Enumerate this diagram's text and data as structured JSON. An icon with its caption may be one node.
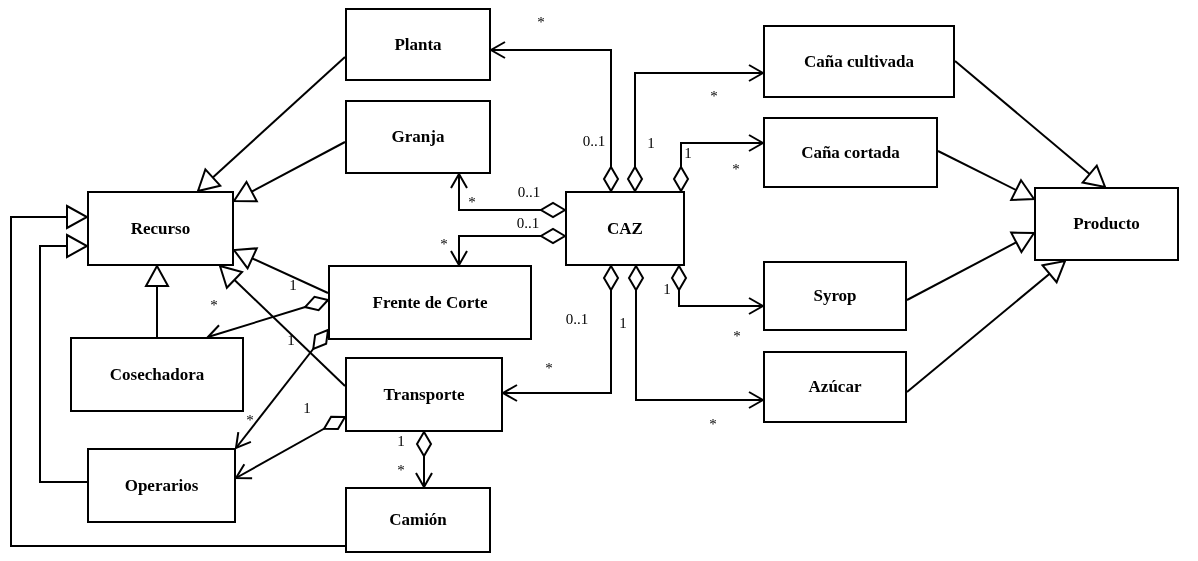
{
  "diagram": {
    "nodes": [
      {
        "text": [
          "Planta"
        ]
      },
      {
        "text": [
          "Granja"
        ]
      },
      {
        "text": [
          "Recurso"
        ]
      },
      {
        "text": [
          "Frente de Corte"
        ]
      },
      {
        "text": [
          "CAZ"
        ]
      },
      {
        "text": [
          "Caña cultivada"
        ]
      },
      {
        "text": [
          "Caña cortada"
        ]
      },
      {
        "text": [
          "Producto"
        ]
      },
      {
        "text": [
          "Cosechadora"
        ]
      },
      {
        "text": [
          "Transporte"
        ]
      },
      {
        "text": [
          "Syrop"
        ]
      },
      {
        "text": [
          "Azúcar"
        ]
      },
      {
        "text": [
          "Operarios"
        ]
      },
      {
        "text": [
          "Camión"
        ]
      }
    ],
    "edges": [
      {
        "from": 0,
        "to": 2,
        "arrow": "to"
      },
      {
        "from": 1,
        "to": 2,
        "arrow": "to"
      },
      {
        "from": 3,
        "to": 2,
        "arrow": "to"
      },
      {
        "from": 9,
        "to": 2,
        "arrow": "to"
      },
      {
        "from": 8,
        "to": 2,
        "arrow": "to"
      },
      {
        "from": 12,
        "to": 2,
        "arrow": "to"
      },
      {
        "from": 13,
        "to": 2,
        "arrow": "to"
      },
      {
        "from": 3,
        "to": 8,
        "arrow": "to"
      },
      {
        "from": 3,
        "to": 12,
        "arrow": "to"
      },
      {
        "from": 9,
        "to": 12,
        "arrow": "to"
      },
      {
        "from": 9,
        "to": 13,
        "arrow": "to"
      },
      {
        "from": 4,
        "to": 0,
        "arrow": "to"
      },
      {
        "from": 4,
        "to": 5,
        "arrow": "to"
      },
      {
        "from": 4,
        "to": 6,
        "arrow": "to"
      },
      {
        "from": 4,
        "to": 1,
        "arrow": "to"
      },
      {
        "from": 4,
        "to": 3,
        "arrow": "to"
      },
      {
        "from": 4,
        "to": 9,
        "arrow": "to"
      },
      {
        "from": 4,
        "to": 11,
        "arrow": "to"
      },
      {
        "from": 4,
        "to": 10,
        "arrow": "to"
      },
      {
        "from": 5,
        "to": 7,
        "arrow": "to"
      },
      {
        "from": 6,
        "to": 7,
        "arrow": "to"
      },
      {
        "from": 10,
        "to": 7,
        "arrow": "to"
      },
      {
        "from": 11,
        "to": 7,
        "arrow": "to"
      }
    ],
    "labels": [
      "*",
      "*",
      "0..1",
      "1",
      "1",
      "*",
      "0..1",
      "*",
      "0..1",
      "*",
      "1",
      "1",
      "*",
      "0..1",
      "1",
      "*",
      "1",
      "*",
      "1",
      "*",
      "*",
      "1",
      "*"
    ]
  }
}
